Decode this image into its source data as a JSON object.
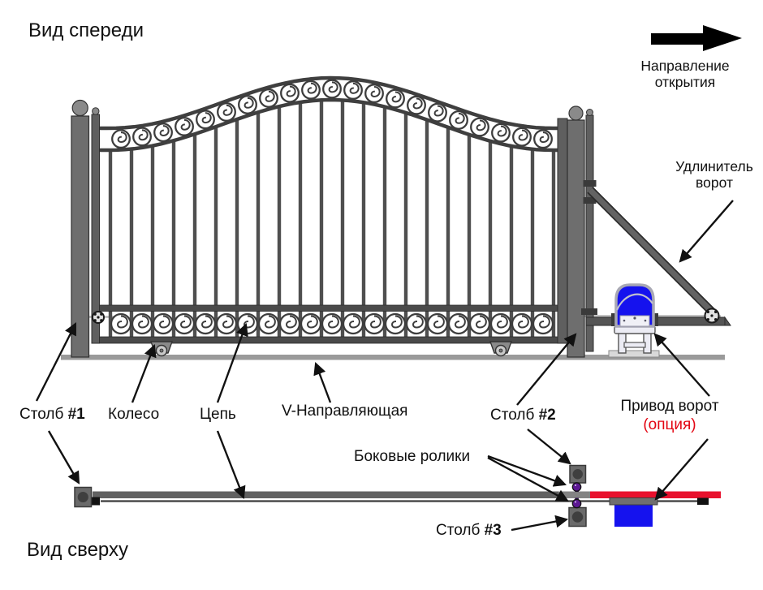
{
  "front_view": {
    "title": "Вид спереди",
    "direction_label": {
      "line1": "Направление",
      "line2": "открытия"
    },
    "labels": {
      "extender": {
        "line1": "Удлинитель",
        "line2": "ворот"
      },
      "post1": {
        "name": "Столб",
        "num": "#1"
      },
      "wheel": "Колесо",
      "chain": "Цепь",
      "v_guide": "V-Направляющая",
      "post2": {
        "name": "Столб",
        "num": "#2"
      },
      "drive": {
        "name": "Привод ворот",
        "option": "(опция)"
      }
    }
  },
  "top_view": {
    "title": "Вид сверху",
    "labels": {
      "side_rollers": "Боковые ролики",
      "post3": {
        "name": "Столб",
        "num": "#3"
      }
    }
  },
  "colors": {
    "option_text_red": "#e30613",
    "extender_bar_red": "#e8112d",
    "motor_blue": "#1512ee",
    "roller_purple": "#5c1793",
    "post_gray": "#6e6e6e",
    "ground_gray": "#9a9a9a"
  }
}
